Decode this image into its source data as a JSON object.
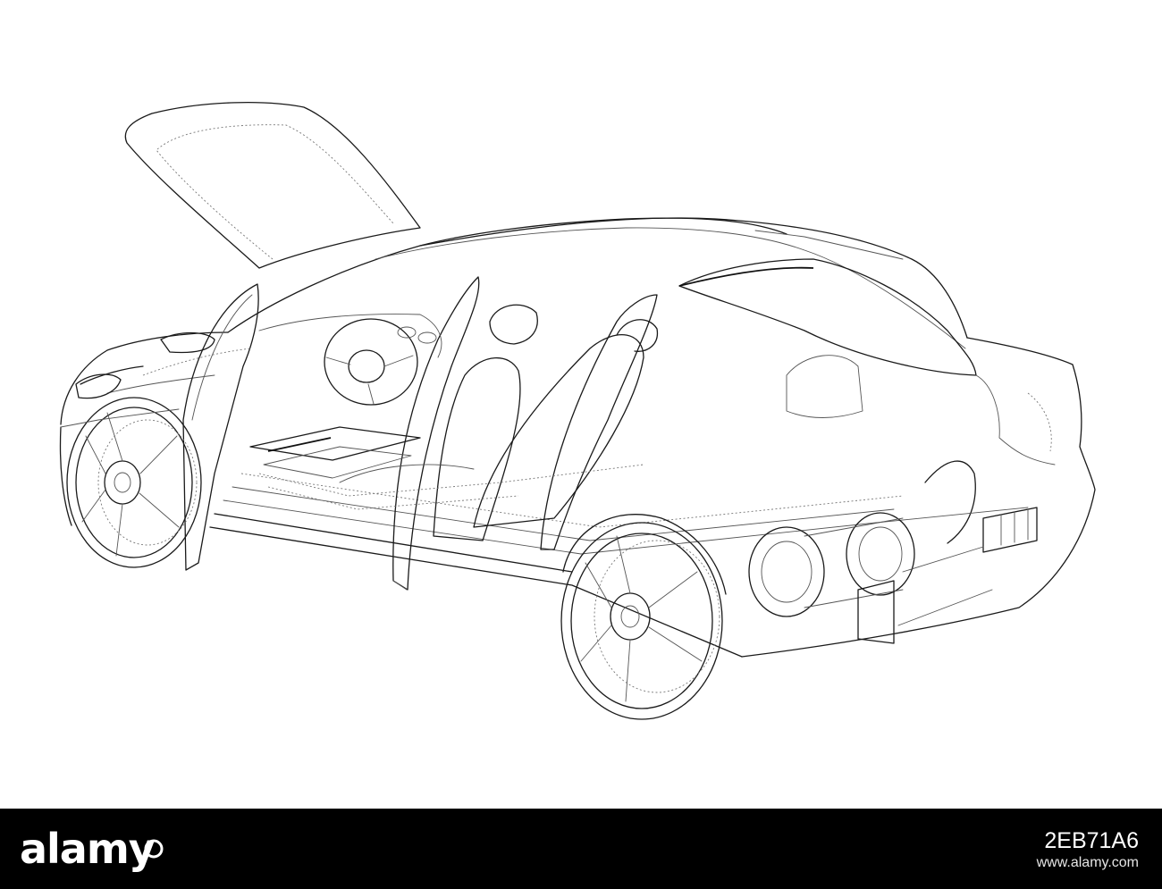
{
  "image": {
    "subject": "car-wireframe-illustration",
    "line_color": "#1a1a1a",
    "background": "#ffffff"
  },
  "footer": {
    "brand": "alamy",
    "image_id": "2EB71A6",
    "site": "www.alamy.com",
    "background": "#000000",
    "text_color": "#ffffff"
  }
}
